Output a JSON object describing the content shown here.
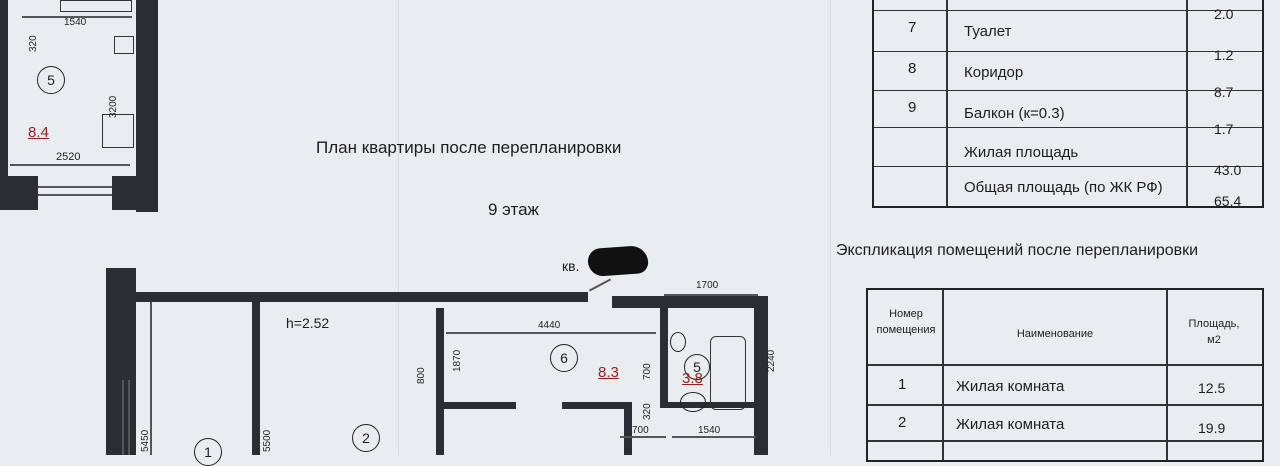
{
  "plan": {
    "title": "План квартиры после перепланировки",
    "floor": "9 этаж",
    "apartment_prefix": "кв.",
    "ceiling_height": "h=2.52"
  },
  "top_plan": {
    "room_number": "5",
    "room_area": "8.4",
    "dims": [
      "1540",
      "320",
      "3200",
      "2520"
    ]
  },
  "main_plan": {
    "room_labels": [
      "1",
      "2",
      "6",
      "5"
    ],
    "areas": [
      "8.3",
      "3.8"
    ],
    "dims_h": [
      "1700",
      "4440",
      "700",
      "1540"
    ],
    "dims_v": [
      "1870",
      "800",
      "700",
      "2240",
      "320",
      "5450",
      "5500"
    ]
  },
  "table_before": {
    "rows": [
      {
        "num": "",
        "name": "",
        "area": "2.0"
      },
      {
        "num": "7",
        "name": "Туалет",
        "area": "1.2"
      },
      {
        "num": "8",
        "name": "Коридор",
        "area": "8.7"
      },
      {
        "num": "9",
        "name": "Балкон (к=0.3)",
        "area": "1.7"
      },
      {
        "num": "",
        "name": "Жилая площадь",
        "area": "43.0"
      },
      {
        "num": "",
        "name": "Общая площадь (по ЖК РФ)",
        "area": "65.4"
      }
    ]
  },
  "explication": {
    "title": "Экспликация  помещений после перепланировки",
    "headers": {
      "number_line1": "Номер",
      "number_line2": "помещения",
      "name": "Наименование",
      "area_line1": "Площадь,",
      "area_line2": "м2"
    },
    "rows": [
      {
        "num": "1",
        "name": "Жилая комната",
        "area": "12.5"
      },
      {
        "num": "2",
        "name": "Жилая комната",
        "area": "19.9"
      }
    ]
  }
}
